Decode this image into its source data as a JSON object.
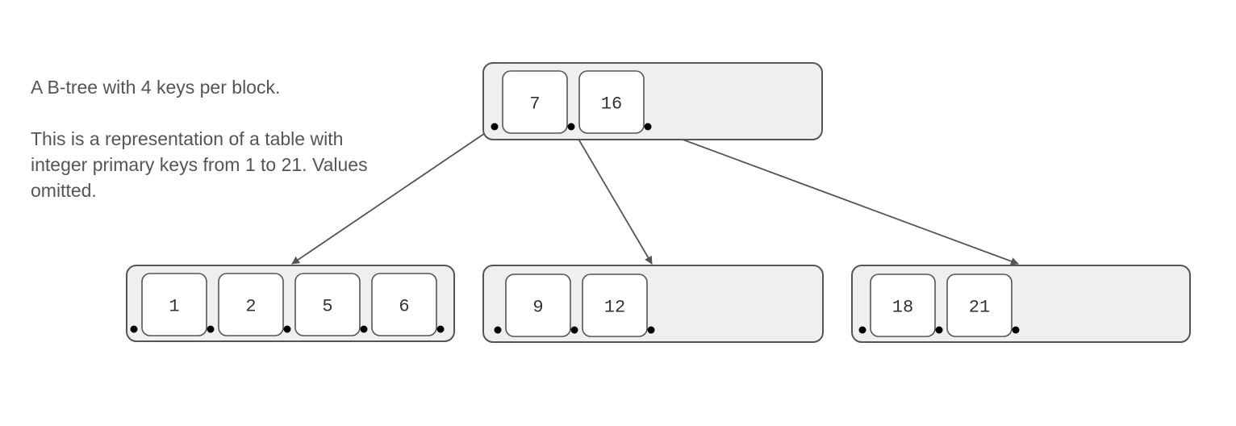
{
  "caption": {
    "line1": "A B-tree with 4 keys per block.",
    "line2": "This is a representation of a table with integer primary keys from 1 to 21. Values omitted."
  },
  "tree": {
    "root": {
      "keys": [
        "7",
        "16"
      ]
    },
    "leaves": [
      {
        "keys": [
          "1",
          "2",
          "5",
          "6"
        ]
      },
      {
        "keys": [
          "9",
          "12"
        ]
      },
      {
        "keys": [
          "18",
          "21"
        ]
      }
    ]
  },
  "colors": {
    "block_fill": "#efefef",
    "block_stroke": "#555555",
    "key_fill": "#ffffff",
    "arrow": "#555555",
    "pointer_dot": "#000000"
  }
}
